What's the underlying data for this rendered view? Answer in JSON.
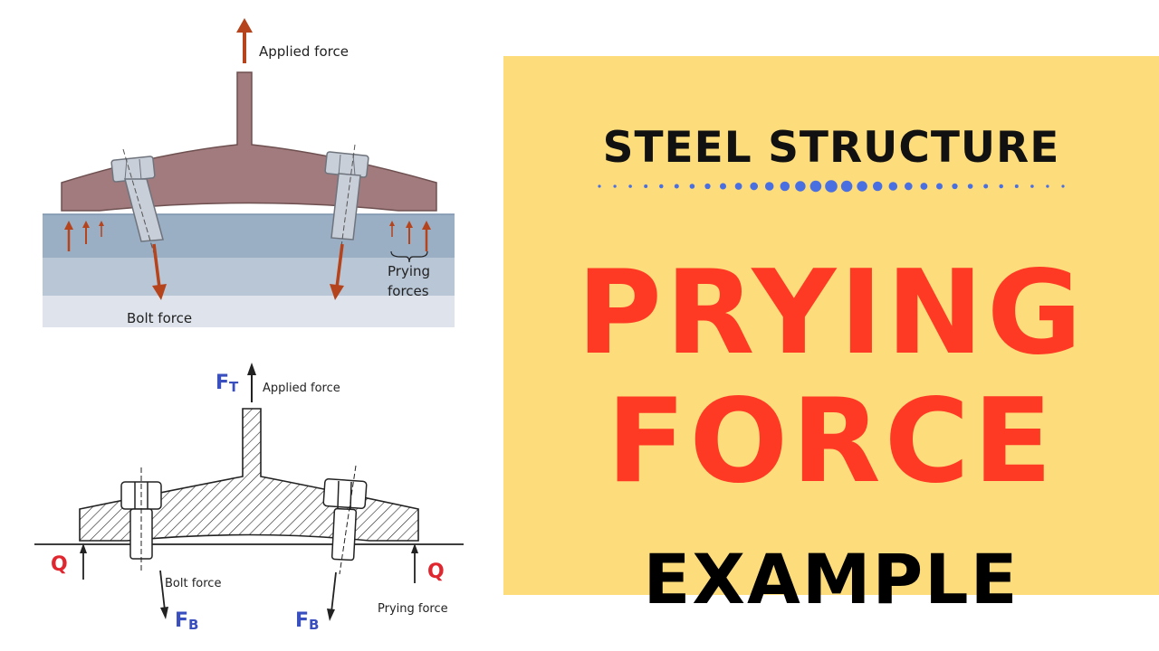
{
  "top_diagram": {
    "applied_force": "Applied force",
    "bolt_force": "Bolt force",
    "prying_line1": "Prying",
    "prying_line2": "forces"
  },
  "bottom_diagram": {
    "ft_main": "F",
    "ft_sub": "T",
    "applied_force": "Applied force",
    "bolt_force": "Bolt force",
    "prying_force": "Prying force",
    "q_left": "Q",
    "q_right": "Q",
    "fb_main": "F",
    "fb_sub": "B"
  },
  "panel": {
    "heading": "STEEL STRUCTURE",
    "title_line1": "PRYING",
    "title_line2": "FORCE",
    "subtitle": "EXAMPLE"
  },
  "colors": {
    "panel_bg": "#fddc7c",
    "title_red": "#ff3a24",
    "dot_blue": "#4a6fe0",
    "label_blue": "#3a4fbf",
    "label_red": "#e0262e",
    "arrow_brown": "#b5431c",
    "flange_mauve": "#a27b7e"
  }
}
